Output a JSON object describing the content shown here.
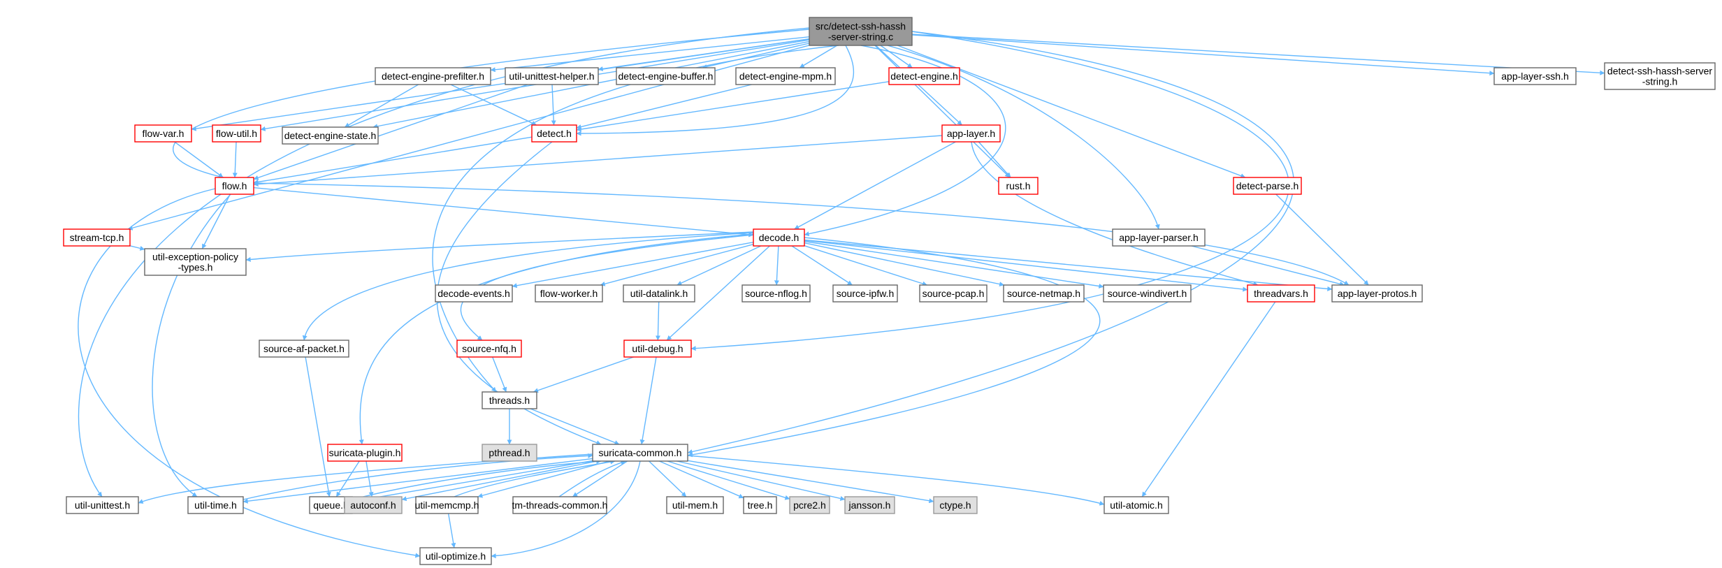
{
  "colors": {
    "edge": "#63b8ff",
    "root_fill": "#999999",
    "root_border": "#666666",
    "normal_border": "#666666",
    "highlight_border": "#ff0000",
    "system_fill": "#e0e0e0",
    "system_border": "#999999",
    "default_fill": "#ffffff"
  },
  "nodes": [
    {
      "id": "root",
      "label": [
        "src/detect-ssh-hassh",
        "-server-string.c"
      ],
      "style": "root"
    },
    {
      "id": "prefilter",
      "label": [
        "detect-engine-prefilter.h"
      ],
      "style": "normal"
    },
    {
      "id": "unittesthelper",
      "label": [
        "util-unittest-helper.h"
      ],
      "style": "normal"
    },
    {
      "id": "enginebuffer",
      "label": [
        "detect-engine-buffer.h"
      ],
      "style": "normal"
    },
    {
      "id": "enginempm",
      "label": [
        "detect-engine-mpm.h"
      ],
      "style": "normal"
    },
    {
      "id": "detectengine",
      "label": [
        "detect-engine.h"
      ],
      "style": "highlight"
    },
    {
      "id": "applayerssh",
      "label": [
        "app-layer-ssh.h"
      ],
      "style": "normal"
    },
    {
      "id": "hasshserver",
      "label": [
        "detect-ssh-hassh-server",
        "-string.h"
      ],
      "style": "normal"
    },
    {
      "id": "flowvar",
      "label": [
        "flow-var.h"
      ],
      "style": "highlight"
    },
    {
      "id": "flowutil",
      "label": [
        "flow-util.h"
      ],
      "style": "highlight"
    },
    {
      "id": "enginestate",
      "label": [
        "detect-engine-state.h"
      ],
      "style": "normal"
    },
    {
      "id": "detect",
      "label": [
        "detect.h"
      ],
      "style": "highlight"
    },
    {
      "id": "applayer",
      "label": [
        "app-layer.h"
      ],
      "style": "highlight"
    },
    {
      "id": "flow",
      "label": [
        "flow.h"
      ],
      "style": "highlight"
    },
    {
      "id": "rust",
      "label": [
        "rust.h"
      ],
      "style": "highlight"
    },
    {
      "id": "detectparse",
      "label": [
        "detect-parse.h"
      ],
      "style": "highlight"
    },
    {
      "id": "streamtcp",
      "label": [
        "stream-tcp.h"
      ],
      "style": "highlight"
    },
    {
      "id": "decode",
      "label": [
        "decode.h"
      ],
      "style": "highlight"
    },
    {
      "id": "applayerparser",
      "label": [
        "app-layer-parser.h"
      ],
      "style": "normal"
    },
    {
      "id": "exceptionpolicy",
      "label": [
        "util-exception-policy",
        "-types.h"
      ],
      "style": "normal"
    },
    {
      "id": "decodeevents",
      "label": [
        "decode-events.h"
      ],
      "style": "normal"
    },
    {
      "id": "flowworker",
      "label": [
        "flow-worker.h"
      ],
      "style": "normal"
    },
    {
      "id": "datalink",
      "label": [
        "util-datalink.h"
      ],
      "style": "normal"
    },
    {
      "id": "nflog",
      "label": [
        "source-nflog.h"
      ],
      "style": "normal"
    },
    {
      "id": "ipfw",
      "label": [
        "source-ipfw.h"
      ],
      "style": "normal"
    },
    {
      "id": "pcap",
      "label": [
        "source-pcap.h"
      ],
      "style": "normal"
    },
    {
      "id": "netmap",
      "label": [
        "source-netmap.h"
      ],
      "style": "normal"
    },
    {
      "id": "windivert",
      "label": [
        "source-windivert.h"
      ],
      "style": "normal"
    },
    {
      "id": "threadvars",
      "label": [
        "threadvars.h"
      ],
      "style": "highlight"
    },
    {
      "id": "protos",
      "label": [
        "app-layer-protos.h"
      ],
      "style": "normal"
    },
    {
      "id": "afpacket",
      "label": [
        "source-af-packet.h"
      ],
      "style": "normal"
    },
    {
      "id": "nfq",
      "label": [
        "source-nfq.h"
      ],
      "style": "highlight"
    },
    {
      "id": "debug",
      "label": [
        "util-debug.h"
      ],
      "style": "highlight"
    },
    {
      "id": "threads",
      "label": [
        "threads.h"
      ],
      "style": "normal"
    },
    {
      "id": "pthread",
      "label": [
        "pthread.h"
      ],
      "style": "system"
    },
    {
      "id": "plugin",
      "label": [
        "suricata-plugin.h"
      ],
      "style": "highlight"
    },
    {
      "id": "common",
      "label": [
        "suricata-common.h"
      ],
      "style": "normal"
    },
    {
      "id": "unittest",
      "label": [
        "util-unittest.h"
      ],
      "style": "normal"
    },
    {
      "id": "time",
      "label": [
        "util-time.h"
      ],
      "style": "normal"
    },
    {
      "id": "queue",
      "label": [
        "queue.h"
      ],
      "style": "normal"
    },
    {
      "id": "autoconf",
      "label": [
        "autoconf.h"
      ],
      "style": "system"
    },
    {
      "id": "memcmp",
      "label": [
        "util-memcmp.h"
      ],
      "style": "normal"
    },
    {
      "id": "tmthreads",
      "label": [
        "tm-threads-common.h"
      ],
      "style": "normal"
    },
    {
      "id": "mem",
      "label": [
        "util-mem.h"
      ],
      "style": "normal"
    },
    {
      "id": "tree",
      "label": [
        "tree.h"
      ],
      "style": "normal"
    },
    {
      "id": "pcre2",
      "label": [
        "pcre2.h"
      ],
      "style": "system"
    },
    {
      "id": "jansson",
      "label": [
        "jansson.h"
      ],
      "style": "system"
    },
    {
      "id": "ctype",
      "label": [
        "ctype.h"
      ],
      "style": "system"
    },
    {
      "id": "atomic",
      "label": [
        "util-atomic.h"
      ],
      "style": "normal"
    },
    {
      "id": "optimize",
      "label": [
        "util-optimize.h"
      ],
      "style": "normal"
    }
  ],
  "edges": [
    [
      "root",
      "prefilter"
    ],
    [
      "root",
      "unittesthelper"
    ],
    [
      "root",
      "enginebuffer"
    ],
    [
      "root",
      "enginempm"
    ],
    [
      "root",
      "detectengine"
    ],
    [
      "root",
      "applayerssh"
    ],
    [
      "root",
      "hasshserver"
    ],
    [
      "root",
      "flowvar"
    ],
    [
      "root",
      "flowutil"
    ],
    [
      "root",
      "enginestate"
    ],
    [
      "root",
      "detect"
    ],
    [
      "root",
      "applayer"
    ],
    [
      "root",
      "flow"
    ],
    [
      "root",
      "rust"
    ],
    [
      "root",
      "detectparse"
    ],
    [
      "root",
      "streamtcp"
    ],
    [
      "root",
      "decode"
    ],
    [
      "root",
      "applayerparser"
    ],
    [
      "root",
      "unittest"
    ],
    [
      "root",
      "threads"
    ],
    [
      "root",
      "debug"
    ],
    [
      "root",
      "common"
    ],
    [
      "prefilter",
      "enginestate"
    ],
    [
      "prefilter",
      "detect"
    ],
    [
      "unittesthelper",
      "detect"
    ],
    [
      "unittesthelper",
      "flow"
    ],
    [
      "enginempm",
      "detect"
    ],
    [
      "detectengine",
      "detect"
    ],
    [
      "flowvar",
      "flow"
    ],
    [
      "flowutil",
      "flow"
    ],
    [
      "detect",
      "flow"
    ],
    [
      "detect",
      "common"
    ],
    [
      "applayer",
      "flow"
    ],
    [
      "applayer",
      "rust"
    ],
    [
      "applayer",
      "decode"
    ],
    [
      "applayer",
      "threadvars"
    ],
    [
      "flow",
      "decode"
    ],
    [
      "flow",
      "exceptionpolicy"
    ],
    [
      "flow",
      "protos"
    ],
    [
      "flow",
      "time"
    ],
    [
      "flow",
      "optimize"
    ],
    [
      "detectparse",
      "protos"
    ],
    [
      "streamtcp",
      "exceptionpolicy"
    ],
    [
      "applayerparser",
      "protos"
    ],
    [
      "decode",
      "exceptionpolicy"
    ],
    [
      "decode",
      "decodeevents"
    ],
    [
      "decode",
      "flowworker"
    ],
    [
      "decode",
      "datalink"
    ],
    [
      "decode",
      "nflog"
    ],
    [
      "decode",
      "ipfw"
    ],
    [
      "decode",
      "pcap"
    ],
    [
      "decode",
      "netmap"
    ],
    [
      "decode",
      "windivert"
    ],
    [
      "decode",
      "threadvars"
    ],
    [
      "decode",
      "protos"
    ],
    [
      "decode",
      "afpacket"
    ],
    [
      "decode",
      "nfq"
    ],
    [
      "decode",
      "debug"
    ],
    [
      "decode",
      "plugin"
    ],
    [
      "decode",
      "common"
    ],
    [
      "datalink",
      "debug"
    ],
    [
      "threadvars",
      "atomic"
    ],
    [
      "afpacket",
      "queue"
    ],
    [
      "nfq",
      "threads"
    ],
    [
      "debug",
      "threads"
    ],
    [
      "debug",
      "common"
    ],
    [
      "threads",
      "pthread"
    ],
    [
      "threads",
      "common"
    ],
    [
      "plugin",
      "queue"
    ],
    [
      "plugin",
      "autoconf"
    ],
    [
      "common",
      "unittest"
    ],
    [
      "common",
      "time"
    ],
    [
      "common",
      "queue"
    ],
    [
      "common",
      "autoconf"
    ],
    [
      "common",
      "memcmp"
    ],
    [
      "common",
      "tmthreads"
    ],
    [
      "common",
      "mem"
    ],
    [
      "common",
      "tree"
    ],
    [
      "common",
      "pcre2"
    ],
    [
      "common",
      "jansson"
    ],
    [
      "common",
      "ctype"
    ],
    [
      "common",
      "atomic"
    ],
    [
      "common",
      "optimize"
    ],
    [
      "time",
      "common"
    ],
    [
      "queue",
      "common"
    ],
    [
      "memcmp",
      "common"
    ],
    [
      "tmthreads",
      "common"
    ],
    [
      "memcmp",
      "optimize"
    ]
  ]
}
